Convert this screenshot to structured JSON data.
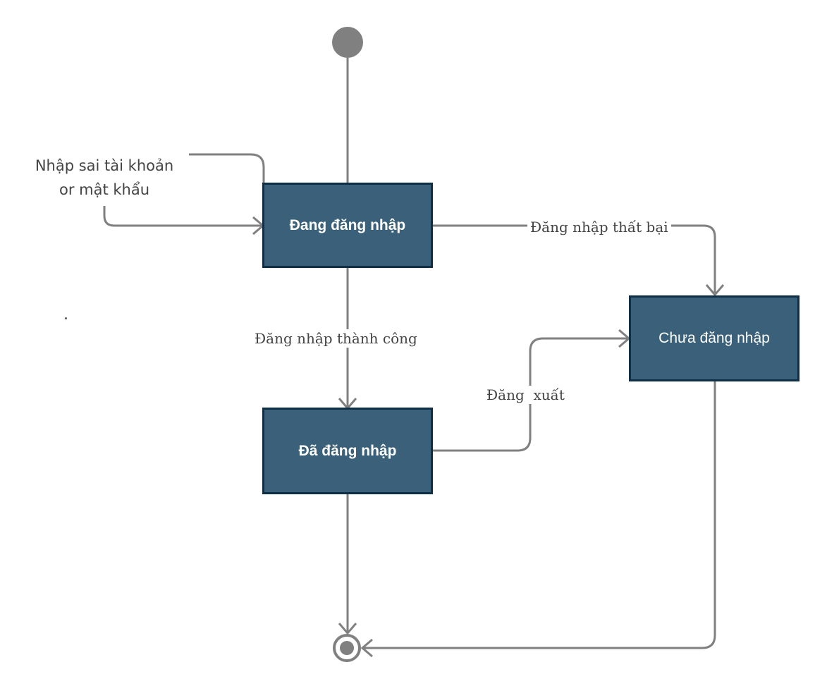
{
  "states": {
    "logging_in": "Đang đăng nhập",
    "logged_in": "Đã đăng nhập",
    "not_logged_in": "Chưa đăng nhập"
  },
  "transitions": {
    "wrong_credentials_line1": "Nhập sai tài khoản",
    "wrong_credentials_line2": "or mật khẩu",
    "login_failed": "Đăng nhập thất bại",
    "login_success": "Đăng nhập thành công",
    "logout": "Đăng  xuất"
  },
  "colors": {
    "state_fill": "#3a6179",
    "state_border": "#0e2f45",
    "connector": "#808080"
  }
}
